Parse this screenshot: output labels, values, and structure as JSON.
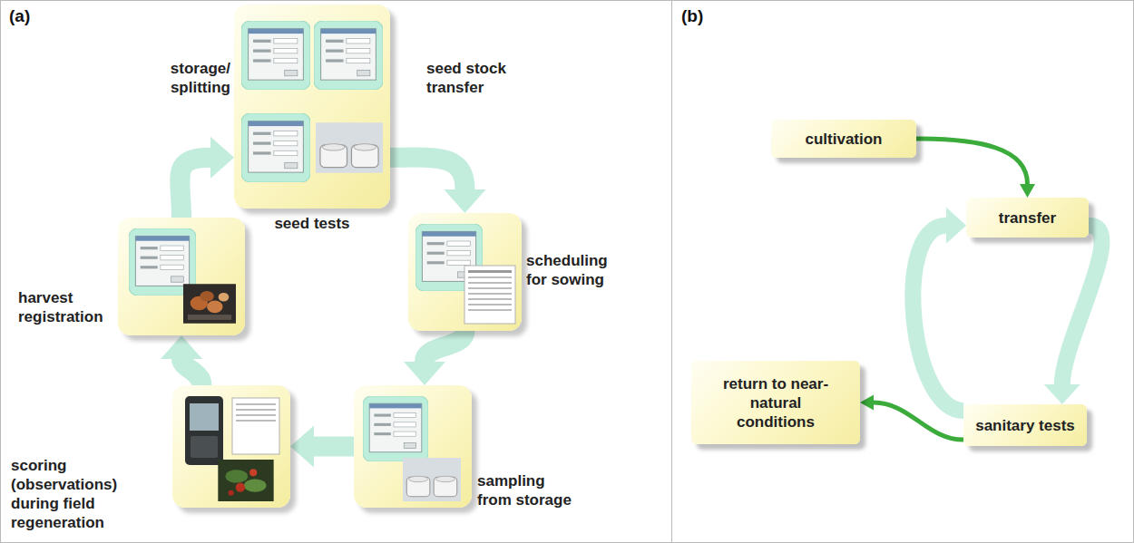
{
  "diagram": {
    "nodes": [
      {
        "text": [
          "storage/ splitting",
          "seed stock transfer",
          "seed tests"
        ]
      },
      {
        "text": [
          "scheduling for sowing"
        ]
      },
      {
        "text": [
          "sampling from storage"
        ]
      },
      {
        "text": [
          "scoring (observations) during field regeneration"
        ]
      },
      {
        "text": [
          "harvest registration"
        ]
      },
      {
        "text": [
          "cultivation"
        ]
      },
      {
        "text": [
          "transfer"
        ]
      },
      {
        "text": [
          "sanitary tests"
        ]
      },
      {
        "text": [
          "return to near-natural conditions"
        ]
      }
    ],
    "edges": [
      {
        "from": 0,
        "to": 1,
        "arrow": "to"
      },
      {
        "from": 1,
        "to": 2,
        "arrow": "to"
      },
      {
        "from": 2,
        "to": 3,
        "arrow": "to"
      },
      {
        "from": 3,
        "to": 4,
        "arrow": "to"
      },
      {
        "from": 4,
        "to": 0,
        "arrow": "to"
      },
      {
        "from": 5,
        "to": 6,
        "arrow": "to"
      },
      {
        "from": 6,
        "to": 7,
        "arrow": "to"
      },
      {
        "from": 7,
        "to": 6,
        "arrow": "to"
      },
      {
        "from": 7,
        "to": 8,
        "arrow": "to"
      }
    ],
    "labels": [
      "(a)",
      "(b)"
    ]
  }
}
